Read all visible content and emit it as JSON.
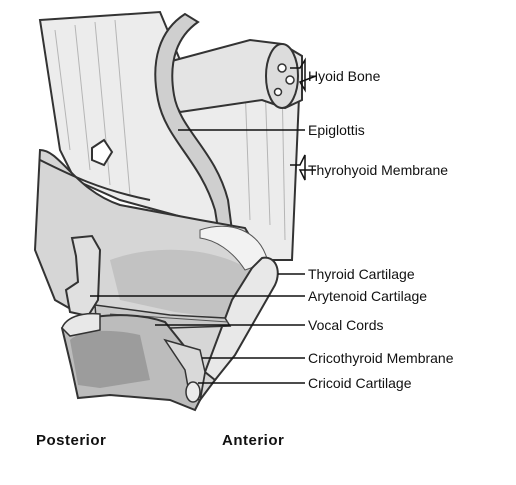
{
  "labels": {
    "hyoid_bone": "Hyoid Bone",
    "epiglottis": "Epiglottis",
    "thyrohyoid_membrane": "Thyrohyoid Membrane",
    "thyroid_cartilage": "Thyroid Cartilage",
    "arytenoid_cartilage": "Arytenoid Cartilage",
    "vocal_cords": "Vocal Cords",
    "cricothyroid_membrane": "Cricothyroid Membrane",
    "cricoid_cartilage": "Cricoid Cartilage"
  },
  "orientation": {
    "posterior": "Posterior",
    "anterior": "Anterior"
  },
  "colors": {
    "cartilage_light": "#ececec",
    "cartilage_mid": "#d6d6d6",
    "cartilage_shade": "#a9a9a9",
    "outline": "#333333",
    "leader_line": "#111111"
  }
}
